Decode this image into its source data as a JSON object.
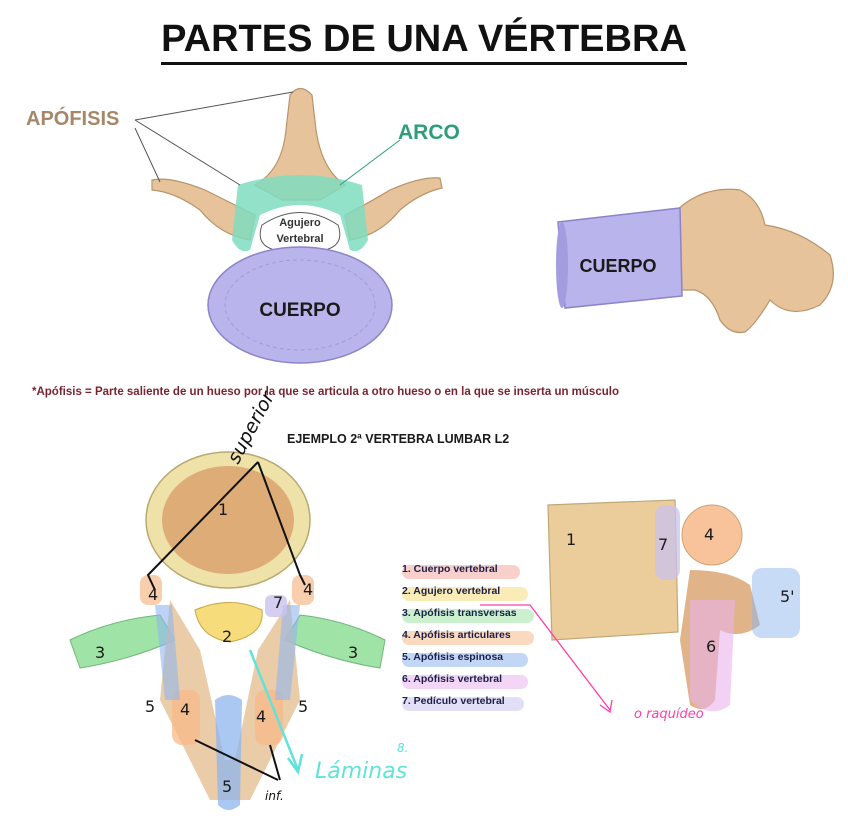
{
  "title": "PARTES DE UNA VÉRTEBRA",
  "labels": {
    "apofisis": "APÓFISIS",
    "arco": "ARCO",
    "agujero_line1": "Agujero",
    "agujero_line2": "Vertebral",
    "cuerpo_top": "CUERPO",
    "cuerpo_side": "CUERPO"
  },
  "footnote": "*Apófisis = Parte saliente de un hueso por la que se articula a otro hueso o en la que se inserta un músculo",
  "example_title": "EJEMPLO 2ª VERTEBRA LUMBAR L2",
  "legend": [
    {
      "text": "1. Cuerpo vertebral",
      "color": "#f4a7a0"
    },
    {
      "text": "2. Agujero vertebral",
      "color": "#f6dc7a"
    },
    {
      "text": "3. Apófisis transversas",
      "color": "#9fe3a6"
    },
    {
      "text": "4. Apófisis articulares",
      "color": "#f7b98a"
    },
    {
      "text": "5. Apófisis espinosa",
      "color": "#8fb6ee"
    },
    {
      "text": "6. Apófisis vertebral",
      "color": "#e9b3ec"
    },
    {
      "text": "7. Pedículo vertebral",
      "color": "#c9c3ee"
    }
  ],
  "bottom_numbers_left": [
    "1",
    "2",
    "3",
    "3",
    "4",
    "4",
    "4",
    "4",
    "5",
    "5",
    "5",
    "7"
  ],
  "bottom_numbers_right": [
    "1",
    "7",
    "4",
    "5'",
    "6"
  ],
  "handwritten": {
    "superior": "superior",
    "laminas": "Láminas",
    "eight": "8.",
    "inf": "inf.",
    "raquideo": "o raquídeo"
  },
  "colors": {
    "bone": "#e6c39a",
    "body": "#b9b4ec",
    "arch": "#7fdcc0",
    "apofisis": "#a5876a",
    "arco": "#2e9e7a",
    "footnote": "#7a2432",
    "pink_pen": "#ff3da6",
    "cyan_pen": "#5fe3da"
  }
}
